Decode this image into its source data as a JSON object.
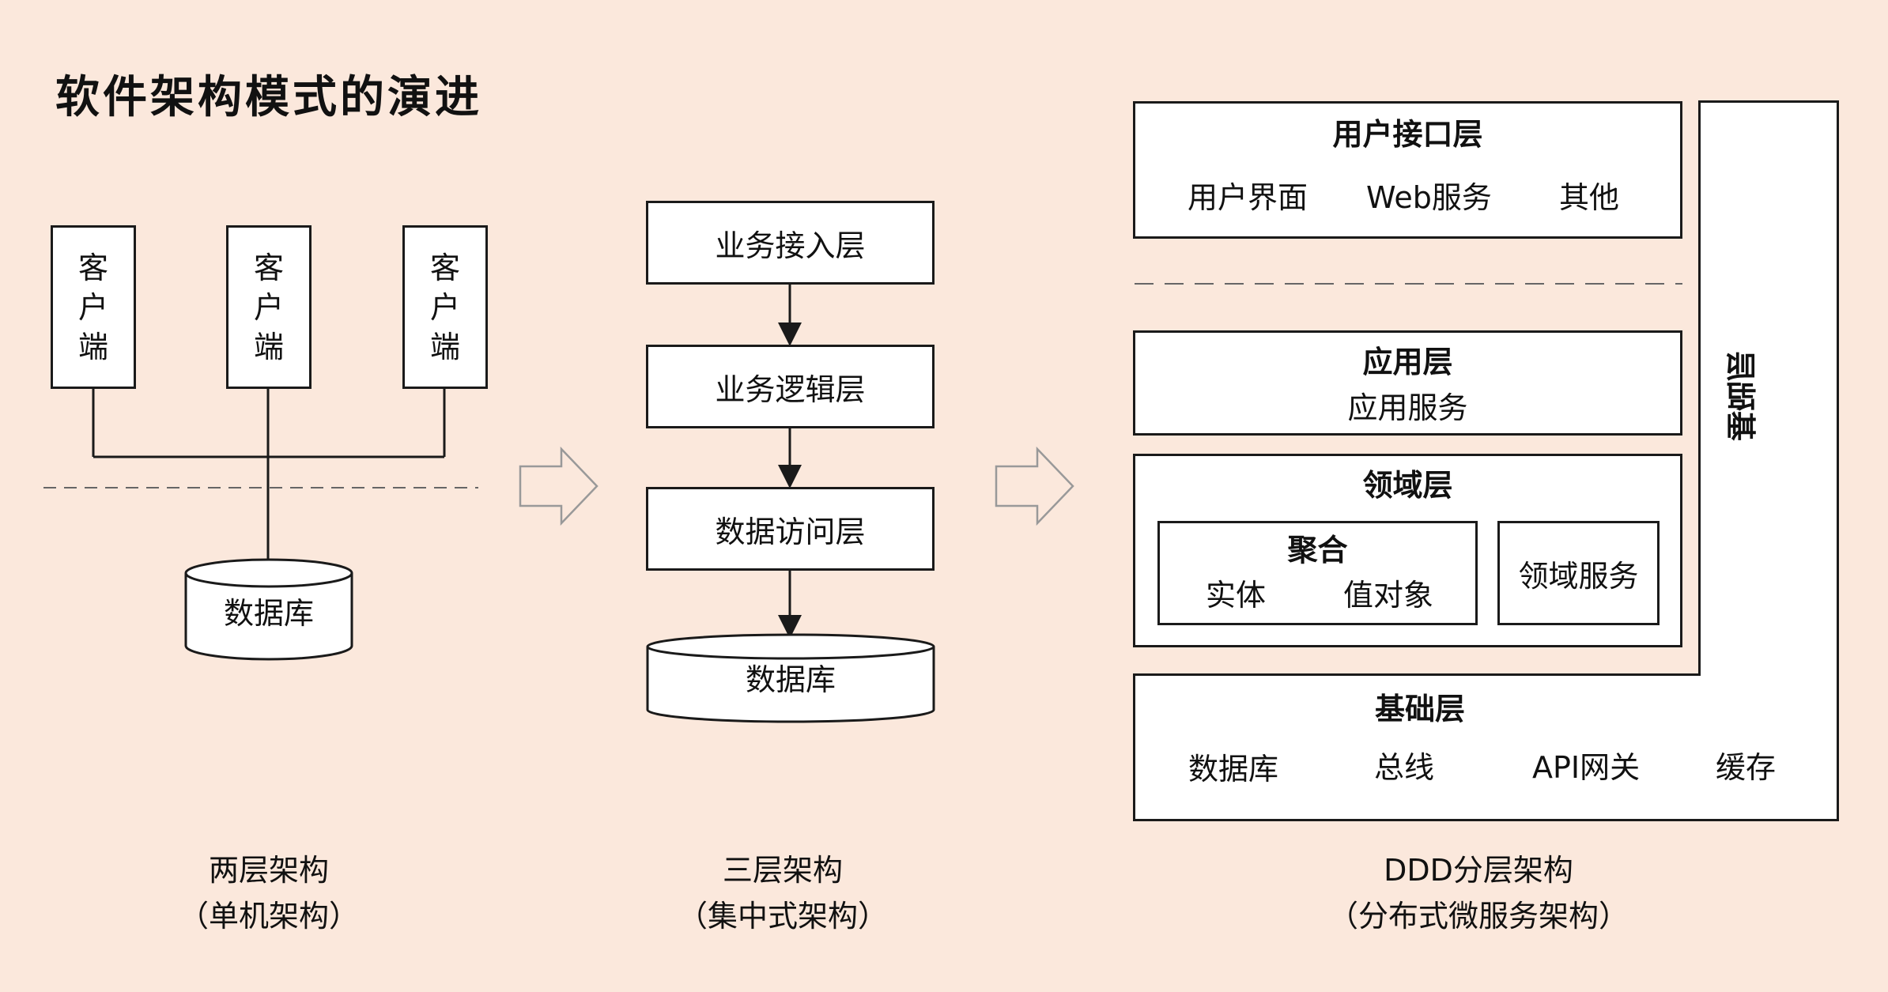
{
  "title": "软件架构模式的演进",
  "two_tier": {
    "client_label": "客户端",
    "db_label": "数据库",
    "caption_line1": "两层架构",
    "caption_line2": "（单机架构）"
  },
  "three_tier": {
    "layers": [
      "业务接入层",
      "业务逻辑层",
      "数据访问层"
    ],
    "db_label": "数据库",
    "caption_line1": "三层架构",
    "caption_line2": "（集中式架构）"
  },
  "ddd": {
    "user_interface": {
      "title": "用户接口层",
      "items": [
        "用户界面",
        "Web服务",
        "其他"
      ]
    },
    "application": {
      "title": "应用层",
      "item": "应用服务"
    },
    "domain": {
      "title": "领域层",
      "aggregate": {
        "title": "聚合",
        "items": [
          "实体",
          "值对象"
        ]
      },
      "service": "领域服务"
    },
    "infrastructure": {
      "title": "基础层",
      "items": [
        "数据库",
        "总线",
        "API网关",
        "缓存"
      ]
    },
    "side_label": "基础层",
    "caption_line1": "DDD分层架构",
    "caption_line2": "（分布式微服务架构）"
  },
  "colors": {
    "background": "#fbe8dc",
    "box_fill": "#ffffff",
    "stroke": "#1a1a1a",
    "arrow_outline": "#999999"
  }
}
